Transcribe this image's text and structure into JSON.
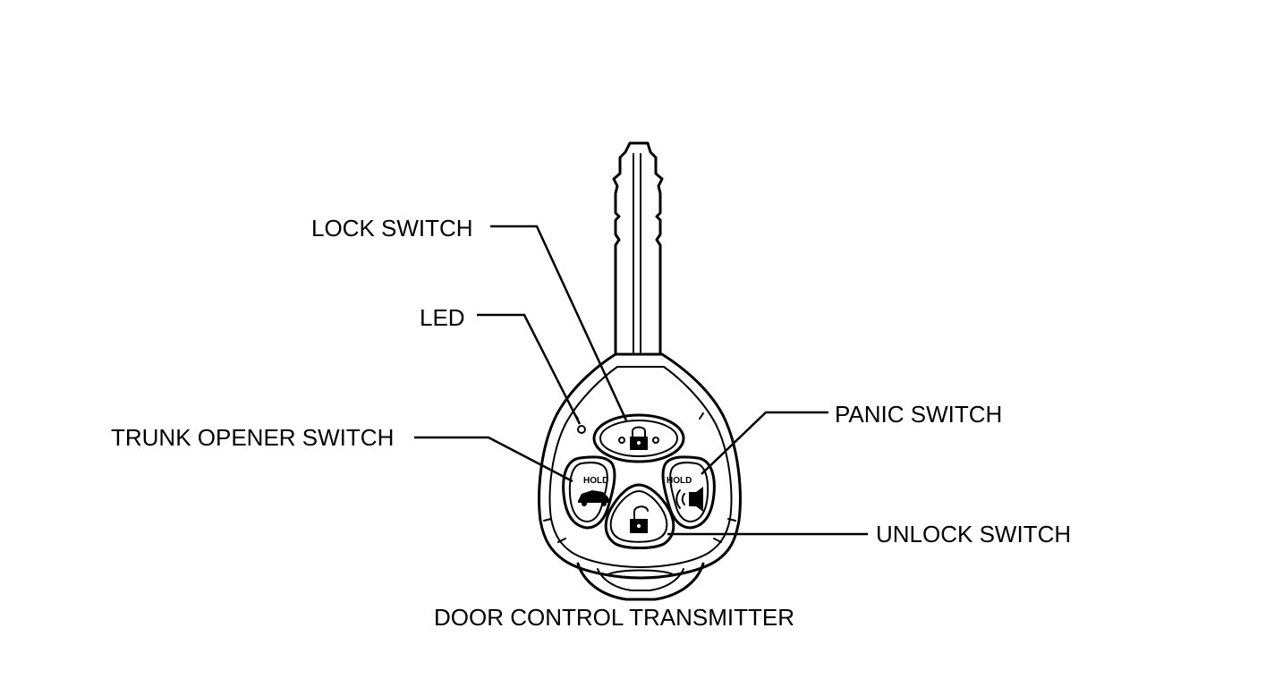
{
  "diagram": {
    "caption": "DOOR CONTROL TRANSMITTER",
    "labels": {
      "lock_switch": "LOCK SWITCH",
      "led": "LED",
      "trunk_opener_switch": "TRUNK OPENER SWITCH",
      "panic_switch": "PANIC SWITCH",
      "unlock_switch": "UNLOCK SWITCH"
    },
    "button_text": {
      "trunk_hold": "HOLD",
      "panic_hold": "HOLD"
    },
    "colors": {
      "line": "#000000",
      "background": "#ffffff"
    }
  }
}
